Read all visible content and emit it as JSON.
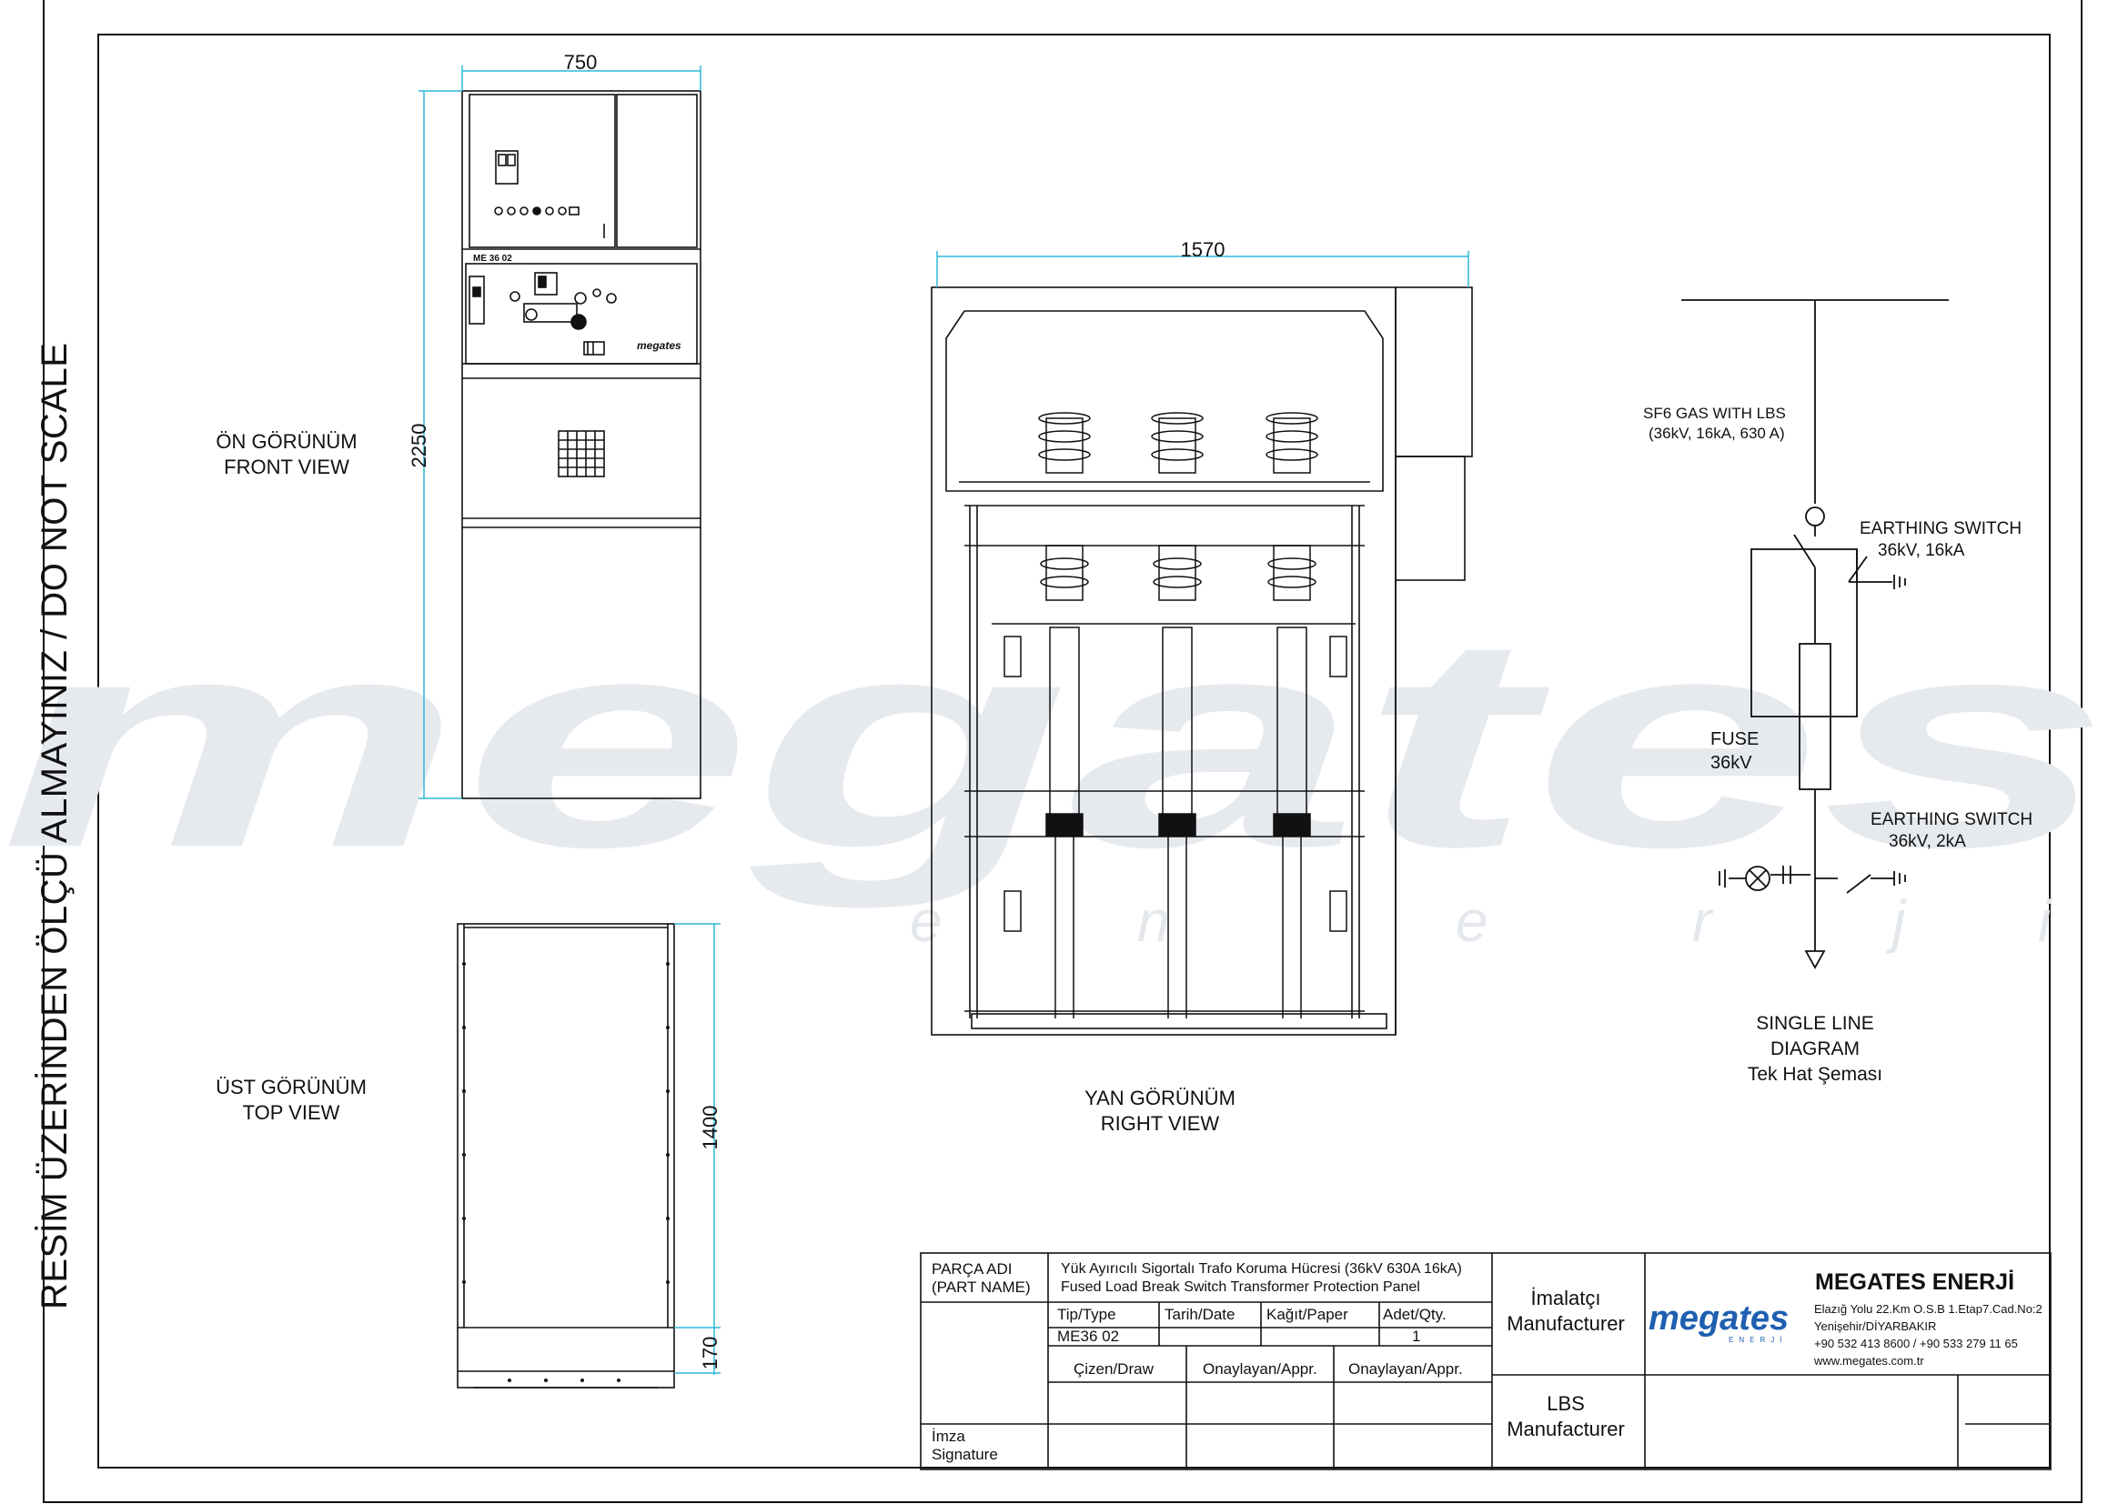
{
  "watermark": {
    "brand": "megates",
    "sub_letters": [
      "e",
      "n",
      "e",
      "r",
      "j",
      "i"
    ]
  },
  "side_note": "RESİM ÜZERİNDEN ÖLÇÜ ALMAYINIZ  /  DO NOT SCALE",
  "views": {
    "front": {
      "tr": "ÖN GÖRÜNÜM",
      "en": "FRONT VIEW",
      "dim_width": "750",
      "dim_height": "2250",
      "panel_code": "ME 36 02",
      "logo": "megates"
    },
    "top": {
      "tr": "ÜST GÖRÜNÜM",
      "en": "TOP VIEW",
      "dim_depth": "1400",
      "dim_bottom": "170"
    },
    "side": {
      "tr": "YAN GÖRÜNÜM",
      "en": "RIGHT VIEW",
      "dim_width": "1570"
    }
  },
  "single_line": {
    "lbs_line1": "SF6 GAS WITH LBS",
    "lbs_line2": "(36kV, 16kA, 630 A)",
    "es1_line1": "EARTHING SWITCH",
    "es1_line2": "36kV, 16kA",
    "fuse_line1": "FUSE",
    "fuse_line2": "36kV",
    "es2_line1": "EARTHING SWITCH",
    "es2_line2": "36kV, 2kA",
    "title1": "SINGLE LINE",
    "title2": "DIAGRAM",
    "title3": "Tek Hat Şeması"
  },
  "title_block": {
    "part_name_tr": "PARÇA ADI",
    "part_name_en": "(PART NAME)",
    "desc_tr": "Yük Ayırıcılı Sigortalı Trafo Koruma Hücresi (36kV 630A 16kA)",
    "desc_en": "Fused Load Break Switch Transformer Protection Panel",
    "type_label": "Tip/Type",
    "type_value": "ME36 02",
    "date_label": "Tarih/Date",
    "paper_label": "Kağıt/Paper",
    "qty_label": "Adet/Qty.",
    "qty_value": "1",
    "draw_label": "Çizen/Draw",
    "appr1_label": "Onaylayan/Appr.",
    "appr2_label": "Onaylayan/Appr.",
    "sig_tr": "İmza",
    "sig_en": "Signature",
    "mfr_tr": "İmalatçı",
    "mfr_en": "Manufacturer",
    "lbs_mfr1": "LBS",
    "lbs_mfr2": "Manufacturer",
    "company_logo": "megates",
    "company_logo_sub": "ENERJİ",
    "company_name": "MEGATES ENERJİ",
    "address1": "Elazığ Yolu 22.Km O.S.B 1.Etap7.Cad.No:2",
    "address2": "Yenişehir/DİYARBAKIR",
    "phone": "+90 532 413 8600 / +90 533 279 11 65",
    "web": "www.megates.com.tr"
  },
  "colors": {
    "line": "#111111",
    "dim": "#2fb7d9",
    "dim_text": "#111111",
    "watermark": "#e6eaee",
    "logo_blue": "#1f5fb0"
  }
}
